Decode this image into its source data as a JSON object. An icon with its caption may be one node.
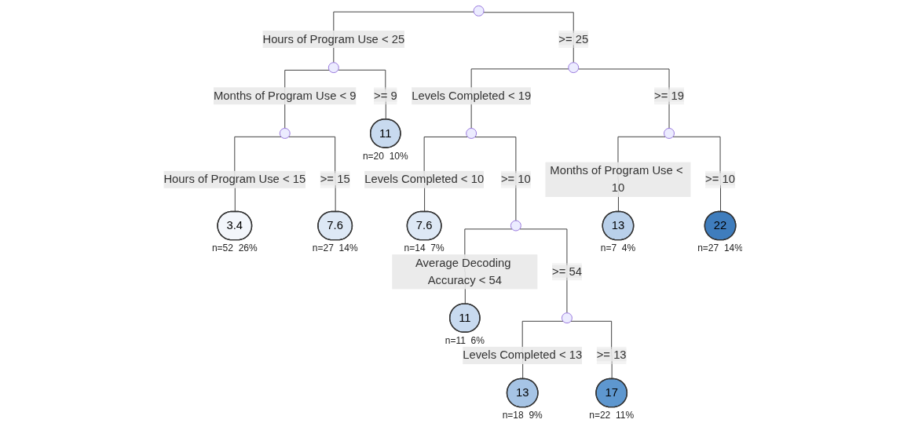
{
  "diagram": {
    "nodes": [
      {
        "text": [],
        "shape": "circle"
      },
      {
        "text": [],
        "shape": "circle"
      },
      {
        "text": [],
        "shape": "circle"
      },
      {
        "text": [],
        "shape": "circle"
      },
      {
        "text": [],
        "shape": "circle"
      },
      {
        "text": [],
        "shape": "circle"
      },
      {
        "text": [],
        "shape": "circle"
      },
      {
        "text": [],
        "shape": "circle"
      },
      {
        "text": [
          "3.4"
        ],
        "beside": [
          "n=52  26%"
        ]
      },
      {
        "text": [
          "7.6"
        ],
        "beside": [
          "n=27  14%"
        ]
      },
      {
        "text": [
          "11"
        ],
        "beside": [
          "n=20  10%"
        ]
      },
      {
        "text": [
          "7.6"
        ],
        "beside": [
          "n=14  7%"
        ]
      },
      {
        "text": [
          "11"
        ],
        "beside": [
          "n=11  6%"
        ]
      },
      {
        "text": [
          "13"
        ],
        "beside": [
          "n=18  9%"
        ]
      },
      {
        "text": [
          "17"
        ],
        "beside": [
          "n=22  11%"
        ]
      },
      {
        "text": [
          "13"
        ],
        "beside": [
          "n=7  4%"
        ]
      },
      {
        "text": [
          "22"
        ],
        "beside": [
          "n=27  14%"
        ]
      }
    ],
    "edges": [
      {
        "from": 0,
        "to": 1,
        "arrow": "none",
        "label": "Hours of Program Use < 25"
      },
      {
        "from": 0,
        "to": 2,
        "arrow": "none",
        "label": ">= 25"
      },
      {
        "from": 1,
        "to": 3,
        "arrow": "none",
        "label": "Months of Program Use < 9"
      },
      {
        "from": 1,
        "to": 10,
        "arrow": "none",
        "label": ">= 9"
      },
      {
        "from": 3,
        "to": 8,
        "arrow": "none",
        "label": "Hours of Program Use < 15"
      },
      {
        "from": 3,
        "to": 9,
        "arrow": "none",
        "label": ">= 15"
      },
      {
        "from": 2,
        "to": 4,
        "arrow": "none",
        "label": "Levels Completed < 19"
      },
      {
        "from": 2,
        "to": 5,
        "arrow": "none",
        "label": ">= 19"
      },
      {
        "from": 4,
        "to": 11,
        "arrow": "none",
        "label": "Levels Completed < 10"
      },
      {
        "from": 4,
        "to": 6,
        "arrow": "none",
        "label": ">= 10"
      },
      {
        "from": 6,
        "to": 12,
        "arrow": "none",
        "label": "Average Decoding Accuracy < 54"
      },
      {
        "from": 6,
        "to": 7,
        "arrow": "none",
        "label": ">= 54"
      },
      {
        "from": 7,
        "to": 13,
        "arrow": "none",
        "label": "Levels Completed < 13"
      },
      {
        "from": 7,
        "to": 14,
        "arrow": "none",
        "label": ">= 13"
      },
      {
        "from": 5,
        "to": 15,
        "arrow": "none",
        "label": "Months of Program Use < 10"
      },
      {
        "from": 5,
        "to": 16,
        "arrow": "none",
        "label": ">= 10"
      }
    ]
  }
}
